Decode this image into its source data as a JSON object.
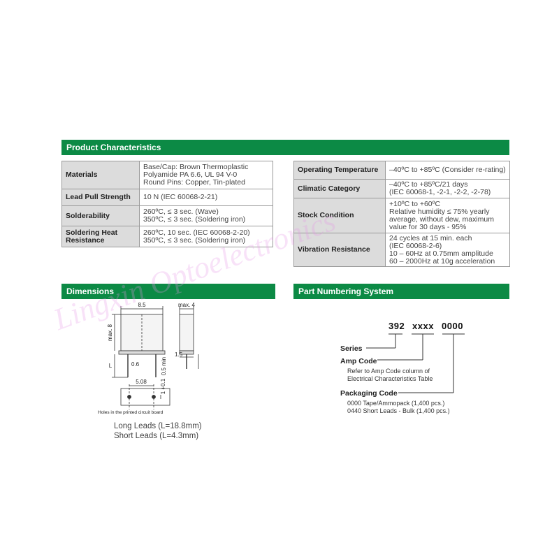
{
  "product_characteristics": {
    "title": "Product Characteristics",
    "left_rows": [
      {
        "key": "Materials",
        "value": "Base/Cap: Brown Thermoplastic\nPolyamide PA 6.6, UL 94 V-0\nRound Pins: Copper, Tin-plated"
      },
      {
        "key": "Lead Pull Strength",
        "value": "10 N (IEC  60068-2-21)"
      },
      {
        "key": "Solderability",
        "value": "260ºC, ≤ 3 sec. (Wave)\n350ºC, ≤ 3 sec. (Soldering iron)"
      },
      {
        "key": "Soldering Heat\nResistance",
        "value": "260ºC, 10 sec. (IEC  60068-2-20)\n350ºC, ≤ 3 sec. (Soldering iron)"
      }
    ],
    "right_rows": [
      {
        "key": "Operating Temperature",
        "value": "–40ºC to +85ºC (Consider re-rating)"
      },
      {
        "key": "Climatic Category",
        "value": "–40ºC to +85ºC/21 days\n(IEC 60068-1, -2-1, -2-2, -2-78)"
      },
      {
        "key": "Stock Condition",
        "value": "+10ºC to +60ºC\nRelative humidity ≤ 75% yearly\naverage, without dew, maximum\nvalue for 30 days - 95%"
      },
      {
        "key": "Vibration Resistance",
        "value": "24 cycles at 15 min. each\n(IEC 60068-2-6)\n10 – 60Hz at 0.75mm amplitude\n60 – 2000Hz at 10g acceleration"
      }
    ]
  },
  "dimensions": {
    "title": "Dimensions",
    "labels": {
      "width": "8.5",
      "max4": "max. 4",
      "max8": "max. 8",
      "L": "L",
      "dia": "0.6",
      "min05": "0.5 min",
      "d15": "1.5",
      "pitch": "5.08",
      "tol": "1 +0.1",
      "holes": "Holes in the printed circuit board"
    },
    "leads": "Long Leads (L=18.8mm)\nShort Leads (L=4.3mm)"
  },
  "part_numbering": {
    "title": "Part Numbering System",
    "code": {
      "series": "392",
      "amp": "xxxx",
      "pack": "0000"
    },
    "series_label": "Series",
    "amp_label": "Amp Code",
    "amp_desc": "Refer to Amp Code column of\nElectrical Characteristics Table",
    "pack_label": "Packaging Code",
    "pack_desc": "0000 Tape/Ammopack (1,400 pcs.)\n0440 Short Leads - Bulk (1,400 pcs.)"
  },
  "watermark": "Lingxin Optoelectronics",
  "colors": {
    "accent": "#0c8a45",
    "key_bg": "#dcdcdc"
  }
}
